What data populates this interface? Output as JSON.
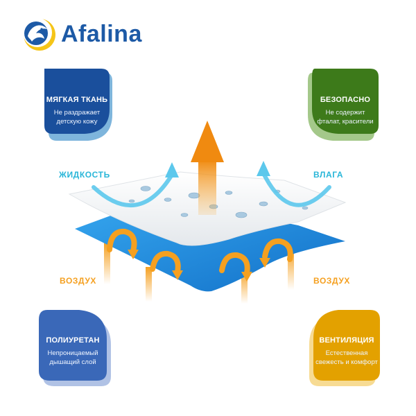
{
  "brand": {
    "name": "Afalina"
  },
  "badges": [
    {
      "id": "soft",
      "title": "МЯГКАЯ ТКАНЬ",
      "line1": "Не раздражает",
      "line2": "детскую кожу",
      "color": "#1a4f9c",
      "accent": "#1478c0"
    },
    {
      "id": "safe",
      "title": "БЕЗОПАСНО",
      "line1": "Не содержит",
      "line2": "фталат, красители",
      "color": "#3d7a1a",
      "accent": "#5a9a2a"
    },
    {
      "id": "pu",
      "title": "ПОЛИУРЕТАН",
      "line1": "Непроницаемый",
      "line2": "дышащий слой",
      "color": "#3a68b8",
      "accent": "#6f8fcf"
    },
    {
      "id": "vent",
      "title": "ВЕНТИЛЯЦИЯ",
      "line1": "Естественная",
      "line2": "свежесть и комфорт",
      "color": "#e3a100",
      "accent": "#f0bd3a"
    }
  ],
  "labels": {
    "liquid": "ЖИДКОСТЬ",
    "moisture": "ВЛАГА",
    "air_left": "ВОЗДУХ",
    "air_right": "ВОЗДУХ"
  },
  "colors": {
    "brand_blue": "#1d5aa6",
    "logo_yellow": "#f5c518",
    "label_cyan": "#29b6d8",
    "label_orange": "#f5a020",
    "layer_blue": "#1e8fe0",
    "layer_white": "#f4f6f8"
  }
}
